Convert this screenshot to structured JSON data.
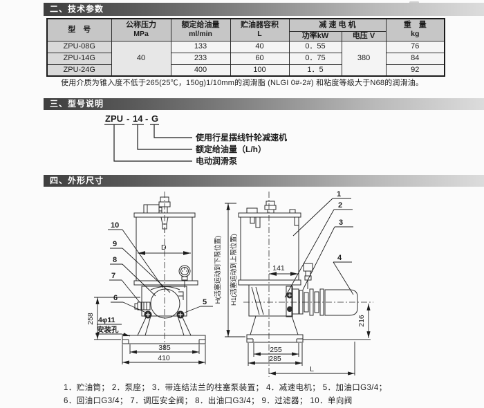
{
  "sections": {
    "s2_title": "二、技术参数",
    "s3_title": "三、型号说明",
    "s4_title": "四、外形尺寸"
  },
  "table": {
    "headers": {
      "model": "型　号",
      "pressure_name": "公称压力",
      "pressure_unit": "MPa",
      "flow_name": "额定给油量",
      "flow_unit": "ml/min",
      "reservoir_name": "贮油器容积",
      "reservoir_unit": "L",
      "motor_name": "减 速 电 机",
      "power_name": "功率kW",
      "voltage_name": "电压 V",
      "weight_name": "重　量",
      "weight_unit": "kg"
    },
    "pressure_shared": "40",
    "voltage_shared": "380",
    "rows": [
      {
        "model": "ZPU-08G",
        "flow": "133",
        "reservoir": "40",
        "power": "0．55",
        "weight": "76"
      },
      {
        "model": "ZPU-14G",
        "flow": "233",
        "reservoir": "60",
        "power": "0．75",
        "weight": "84"
      },
      {
        "model": "ZPU-24G",
        "flow": "400",
        "reservoir": "100",
        "power": "1．5",
        "weight": "92"
      }
    ],
    "note": "使用介质为锥入度不低于265(25℃，150g)1/10mm的润滑脂 (NLGI 0#-2#) 和粘度等级大于N68的润滑油。"
  },
  "model_designation": {
    "code_parts": [
      "ZPU",
      "-",
      "14",
      "-",
      "G"
    ],
    "label_g": "使用行星摆线针轮减速机",
    "label_14": "额定给油量（L/h）",
    "label_zpu": "电动润滑泵"
  },
  "drawings": {
    "dims": {
      "d": "D",
      "w385": "385",
      "w410": "410",
      "h258": "258",
      "holes1": "4φ11",
      "holes2": "安装孔",
      "h_label": "H(活塞运动到下限位置)",
      "h1_label": "H1(活塞运动到上限位置)",
      "w141": "141",
      "w255": "255",
      "w285": "285",
      "h216": "216",
      "l": "L"
    },
    "parts": {
      "p1": "1",
      "p2": "2",
      "p3": "3",
      "p4": "4",
      "p5": "5",
      "p6": "6",
      "p7": "7",
      "p8": "8",
      "p9": "9",
      "p10": "10"
    }
  },
  "legend": {
    "line1": "1．贮油筒；  2．泵座；  3．带连结法兰的柱塞泵装置；  4．减速电机；  5．加油口G3/4；",
    "line2": "6．回油口G3/4；  7．调压安全阀；  8．出油口G3/4；  9．过滤器；   10．单向阀"
  }
}
